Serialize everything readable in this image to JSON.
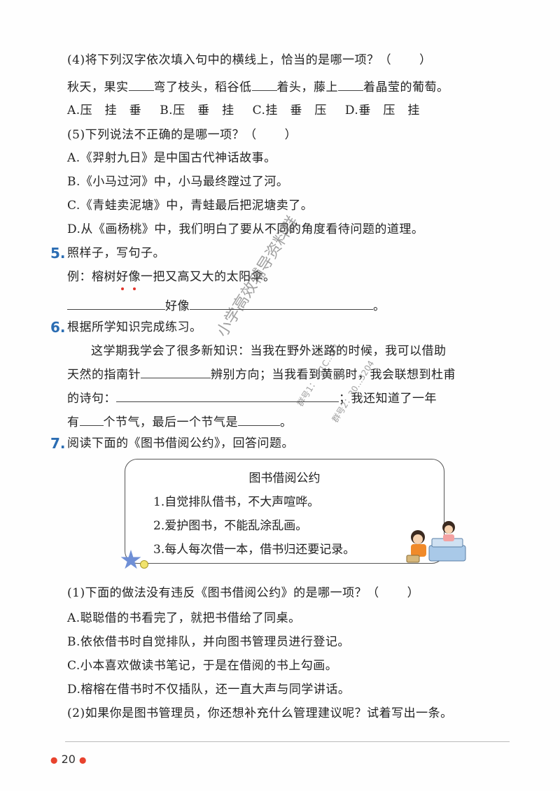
{
  "q4": {
    "stem": "(4)将下列汉字依次填入句中的横线上，恰当的是哪一项？（",
    "close": "）",
    "s1": "秋天，果实",
    "s2": "弯了枝头，稻谷低",
    "s3": "着头，藤上",
    "s4": "着晶莹的葡萄。",
    "options": [
      "A.压　挂　垂",
      "B.压　垂　挂",
      "C.挂　垂　压",
      "D.垂　压　挂"
    ]
  },
  "q5": {
    "stem": "(5)下列说法不正确的是哪一项？（",
    "close": "）",
    "options": [
      "A.《羿射九日》是中国古代神话故事。",
      "B.《小马过河》中，小马最终蹚过了河。",
      "C.《青蛙卖泥塘》中，青蛙最后把泥塘卖了。",
      "D.从《画杨桃》中，我们明白了要从不同的角度看待问题的道理。"
    ]
  },
  "s5": {
    "num": "5.",
    "title": "照样子，写句子。",
    "ex_prefix": "例：榕树",
    "ex_dot1": "好",
    "ex_dot2": "像",
    "ex_suffix": "一把又高又大的太阳伞。",
    "fill_word": "好像",
    "fill_end": "。"
  },
  "s6": {
    "num": "6.",
    "title": "根据所学知识完成练习。",
    "l1": "这学期我学会了很多新知识：当我在野外迷路的时候，我可以借助",
    "l2a": "天然的指南针",
    "l2b": "辨别方向；当我看到黄鹂时，我会联想到杜甫",
    "l3a": "的诗句：",
    "l3b": "；我还知道了一年",
    "l4a": "有",
    "l4b": "个节气，最后一个节气是",
    "l4c": "。"
  },
  "s7": {
    "num": "7.",
    "title": "阅读下面的《图书借阅公约》，回答问题。",
    "box_title": "图书借阅公约",
    "rules": [
      "1.自觉排队借书，不大声喧哗。",
      "2.爱护图书，不能乱涂乱画。",
      "3.每人每次借一本，借书归还要记录。"
    ],
    "q1_stem": "(1)下面的做法没有违反《图书借阅公约》的是哪一项？（",
    "q1_close": "）",
    "q1_options": [
      "A.聪聪借的书看完了，就把书借给了同桌。",
      "B.依依借书时自觉排队，并向图书管理员进行登记。",
      "C.小本喜欢做读书笔记，于是在借阅的书上勾画。",
      "D.榕榕在借书时不仅插队，还一直大声与同学讲话。"
    ],
    "q2": "(2)如果你是图书管理员，你还想补充什么管理建议呢？试着写出一条。"
  },
  "watermark": {
    "main": "小学高效辅导资料群",
    "id1": "群号1：751C…13",
    "id2": "群号2：30…3204"
  },
  "page_number": "20"
}
